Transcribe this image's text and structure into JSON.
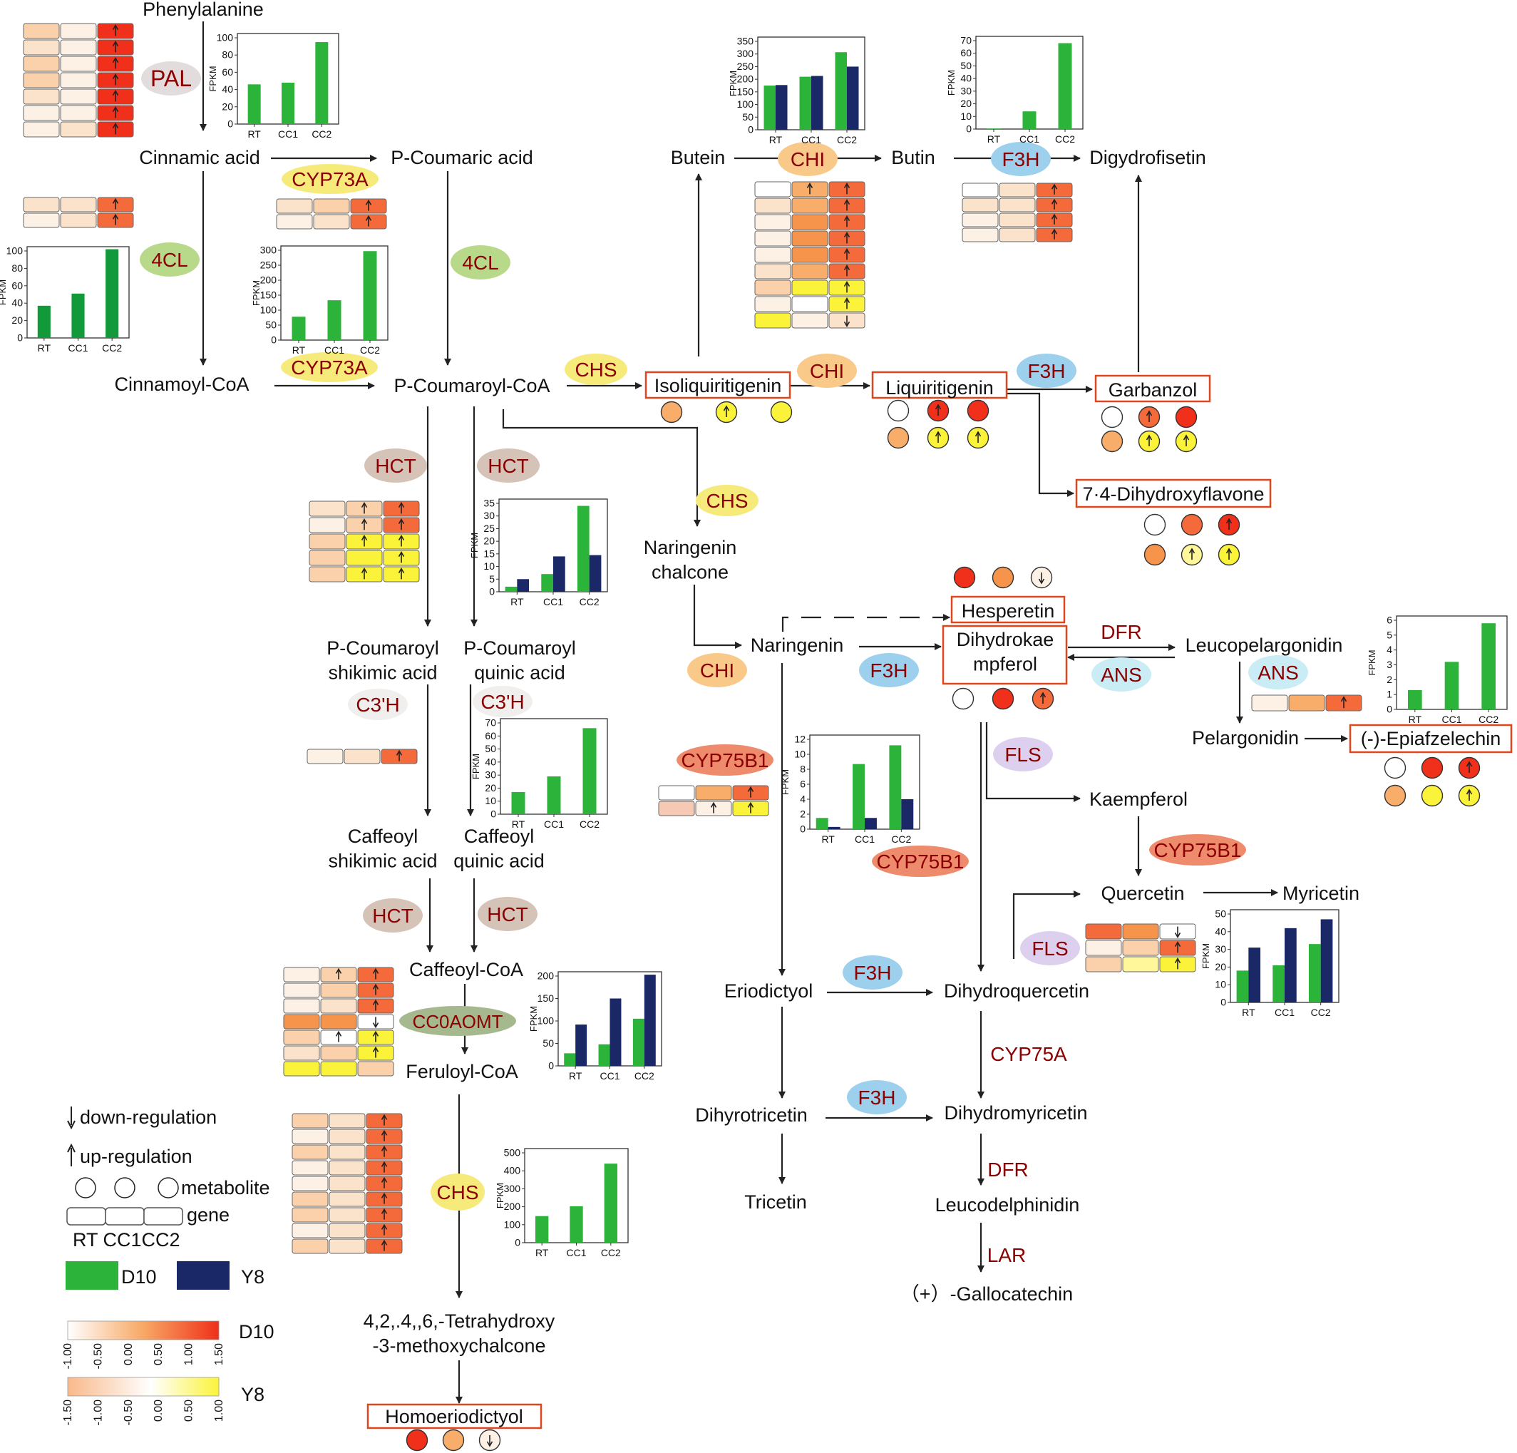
{
  "palette": {
    "arrow": "#222222",
    "box_border": "#e0461d",
    "enzyme_text": "#8b0000",
    "D10": "#2bb33a",
    "D10_dark": "#129a3a",
    "Y8": "#1a2868",
    "ell_green": "#b9d98a",
    "ell_blue": "#9dd0ec",
    "ell_lightblue": "#c9ecf5",
    "ell_orange": "#f9c98a",
    "ell_yellow": "#f6ea7a",
    "ell_gray": "#e2dcdc",
    "ell_brown": "#d6c3b8",
    "ell_salmon": "#ee8b6d",
    "ell_purple": "#ddd0ee",
    "ell_olive": "#a6b98e",
    "heat": {
      "w": "#ffffff",
      "p": "#fdf1e6",
      "l": "#fbe2cb",
      "m": "#fad1ab",
      "o": "#f9ad6a",
      "O": "#f6944c",
      "r": "#f56a3b",
      "R": "#f0301a",
      "y": "#fbf33a",
      "Y": "#fff79a",
      "s": "#f6c9b4"
    }
  },
  "compounds": [
    {
      "id": "phenylalanine",
      "label": "Phenylalanine"
    },
    {
      "id": "cinnamic",
      "label": "Cinnamic acid"
    },
    {
      "id": "pcoumaric",
      "label": "P-Coumaric acid"
    },
    {
      "id": "cinnamoyl",
      "label": "Cinnamoyl-CoA"
    },
    {
      "id": "pcoumaroylcoa",
      "label": "P-Coumaroyl-CoA"
    },
    {
      "id": "butein",
      "label": "Butein"
    },
    {
      "id": "butin",
      "label": "Butin"
    },
    {
      "id": "digydrofisetin",
      "label": "Digydrofisetin"
    },
    {
      "id": "naringeninchalcone",
      "label": "Naringenin\nchalcone"
    },
    {
      "id": "naringenin",
      "label": "Naringenin"
    },
    {
      "id": "pcshik",
      "label": "P-Coumaroyl\nshikimic acid"
    },
    {
      "id": "pcquin",
      "label": "P-Coumaroyl\nquinic acid"
    },
    {
      "id": "leucopel",
      "label": "Leucopelargonidin"
    },
    {
      "id": "pelargonidin",
      "label": "Pelargonidin"
    },
    {
      "id": "kaempferol",
      "label": "Kaempferol"
    },
    {
      "id": "quercetin",
      "label": "Quercetin"
    },
    {
      "id": "myricetin",
      "label": "Myricetin"
    },
    {
      "id": "cafshik",
      "label": "Caffeoyl\nshikimic acid"
    },
    {
      "id": "cafquin",
      "label": "Caffeoyl\nquinic acid"
    },
    {
      "id": "caffeoylcoa",
      "label": "Caffeoyl-CoA"
    },
    {
      "id": "feruloylcoa",
      "label": "Feruloyl-CoA"
    },
    {
      "id": "eriodictyol",
      "label": "Eriodictyol"
    },
    {
      "id": "dihydroquercetin",
      "label": "Dihydroquercetin"
    },
    {
      "id": "dihyrotricetin",
      "label": "Dihyrotricetin"
    },
    {
      "id": "dihydromyricetin",
      "label": "Dihydromyricetin"
    },
    {
      "id": "tricetin",
      "label": "Tricetin"
    },
    {
      "id": "leucodelphinidin",
      "label": "Leucodelphinidin"
    },
    {
      "id": "gallocatechin",
      "label": "（+）-Gallocatechin"
    },
    {
      "id": "tetrahydroxy",
      "label": "4,2,.4,,6,-Tetrahydroxy\n-3-methoxychalcone"
    }
  ],
  "boxed_compounds": [
    {
      "id": "isoliquiritigenin",
      "label": "Isoliquiritigenin"
    },
    {
      "id": "liquiritigenin",
      "label": "Liquiritigenin"
    },
    {
      "id": "garbanzol",
      "label": "Garbanzol"
    },
    {
      "id": "dihydroxyflavone",
      "label": "7·4-Dihydroxyflavone"
    },
    {
      "id": "hesperetin",
      "label": "Hesperetin"
    },
    {
      "id": "dihydrokaempferol",
      "label": "Dihydrokae\nmpferol"
    },
    {
      "id": "epiafzelechin",
      "label": "(-)-Epiafzelechin"
    },
    {
      "id": "homoeriodictyol",
      "label": "Homoeriodictyol"
    }
  ],
  "enzymes": [
    {
      "id": "pal",
      "label": "PAL"
    },
    {
      "id": "cyp73a-1",
      "label": "CYP73A"
    },
    {
      "id": "4cl-1",
      "label": "4CL"
    },
    {
      "id": "4cl-2",
      "label": "4CL"
    },
    {
      "id": "cyp73a-2",
      "label": "CYP73A"
    },
    {
      "id": "chs-1",
      "label": "CHS"
    },
    {
      "id": "chi-1",
      "label": "CHI"
    },
    {
      "id": "f3h-1",
      "label": "F3H"
    },
    {
      "id": "chi-2",
      "label": "CHI"
    },
    {
      "id": "f3h-2",
      "label": "F3H"
    },
    {
      "id": "hct-1",
      "label": "HCT"
    },
    {
      "id": "hct-2",
      "label": "HCT"
    },
    {
      "id": "chs-2",
      "label": "CHS"
    },
    {
      "id": "chi-3",
      "label": "CHI"
    },
    {
      "id": "f3h-3",
      "label": "F3H"
    },
    {
      "id": "dfr-1",
      "label": "DFR"
    },
    {
      "id": "ans-1",
      "label": "ANS"
    },
    {
      "id": "ans-2",
      "label": "ANS"
    },
    {
      "id": "c3h-1",
      "label": "C3'H"
    },
    {
      "id": "c3h-2",
      "label": "C3'H"
    },
    {
      "id": "cyp75b1-1",
      "label": "CYP75B1"
    },
    {
      "id": "fls-1",
      "label": "FLS"
    },
    {
      "id": "cyp75b1-2",
      "label": "CYP75B1"
    },
    {
      "id": "cyp75b1-3",
      "label": "CYP75B1"
    },
    {
      "id": "hct-3",
      "label": "HCT"
    },
    {
      "id": "hct-4",
      "label": "HCT"
    },
    {
      "id": "fls-2",
      "label": "FLS"
    },
    {
      "id": "f3h-4",
      "label": "F3H"
    },
    {
      "id": "ccoaomt",
      "label": "CC0AOMT"
    },
    {
      "id": "cyp75a",
      "label": "CYP75A"
    },
    {
      "id": "f3h-5",
      "label": "F3H"
    },
    {
      "id": "dfr-2",
      "label": "DFR"
    },
    {
      "id": "chs-3",
      "label": "CHS"
    },
    {
      "id": "lar",
      "label": "LAR"
    }
  ],
  "heatmaps": [
    {
      "id": "pal",
      "rows": [
        "mpR",
        "lpR",
        "mpR",
        "mpR",
        "lpR",
        "ppR",
        "plR"
      ],
      "arrows": [
        "..u",
        "..u",
        "..u",
        "..u",
        "..u",
        "..u",
        "..u"
      ]
    },
    {
      "id": "cin",
      "rows": [
        "llr",
        "plr"
      ],
      "arrows": [
        "..u",
        "..u"
      ]
    },
    {
      "id": "cyp73a",
      "rows": [
        "lmr",
        "plr"
      ],
      "arrows": [
        "..u",
        "..u"
      ]
    },
    {
      "id": "chi",
      "rows": [
        "wor",
        "lor",
        "pOr",
        "pOr",
        "pOr",
        "lor",
        "myy",
        "pwy",
        "ypl"
      ],
      "arrows": [
        ".uu",
        "..u",
        "..u",
        "..u",
        "..u",
        "..u",
        "..u",
        "..u",
        "..d"
      ]
    },
    {
      "id": "f3h",
      "rows": [
        "wlr",
        "llr",
        "plr",
        "plr"
      ],
      "arrows": [
        "..u",
        "..u",
        "..u",
        "..u"
      ]
    },
    {
      "id": "hct",
      "rows": [
        "lmr",
        "pmr",
        "myy",
        "myy",
        "myy"
      ],
      "arrows": [
        ".uu",
        ".uu",
        ".uu",
        "..u",
        ".uu"
      ]
    },
    {
      "id": "c3h",
      "rows": [
        "plr"
      ],
      "arrows": [
        "..u"
      ]
    },
    {
      "id": "cyp75b1",
      "rows": [
        "wor",
        "spy"
      ],
      "arrows": [
        "..u",
        ".uu"
      ]
    },
    {
      "id": "ans",
      "rows": [
        "por"
      ],
      "arrows": [
        "..u"
      ]
    },
    {
      "id": "fls",
      "rows": [
        "rOw",
        "pmr",
        "mYy"
      ],
      "arrows": [
        "..d",
        "..u",
        "..u"
      ]
    },
    {
      "id": "ccoaomt",
      "rows": [
        "pmr",
        "pmr",
        "plr",
        "OOw",
        "mwy",
        "lmy",
        "yym"
      ],
      "arrows": [
        ".uu",
        "..u",
        "..u",
        "..d",
        ".uu",
        "..u",
        "..."
      ]
    },
    {
      "id": "chs",
      "rows": [
        "mlr",
        "plr",
        "mlr",
        "plr",
        "plr",
        "mlr",
        "mlr",
        "plr",
        "mlr"
      ],
      "arrows": [
        "..u",
        "..u",
        "..u",
        "..u",
        "..u",
        "..u",
        "..u",
        "..u",
        "..u"
      ]
    }
  ],
  "metabolites": [
    {
      "id": "isoliquiritigenin",
      "rows": [
        "o",
        "y",
        "y"
      ],
      "arrows": ".u."
    },
    {
      "id": "liquiritigenin",
      "rows": [
        [
          "w",
          "R",
          "R"
        ],
        [
          "o",
          "y",
          "y"
        ]
      ],
      "arrows": [
        ".u.",
        ".uu"
      ]
    },
    {
      "id": "garbanzol",
      "rows": [
        [
          "w",
          "r",
          "R"
        ],
        [
          "o",
          "y",
          "y"
        ]
      ],
      "arrows": [
        ".u.",
        ".uu"
      ]
    },
    {
      "id": "dihydroxyflavone",
      "rows": [
        [
          "w",
          "r",
          "R"
        ],
        [
          "O",
          "Y",
          "y"
        ]
      ],
      "arrows": [
        "..u",
        ".uu"
      ]
    },
    {
      "id": "hesperetin",
      "rows": [
        [
          "R",
          "O",
          "p"
        ]
      ],
      "arrows": [
        "..d"
      ]
    },
    {
      "id": "dihydrokaempferol",
      "rows": [
        [
          "w",
          "R",
          "r"
        ]
      ],
      "arrows": [
        "..u"
      ]
    },
    {
      "id": "epiafzelechin",
      "rows": [
        [
          "w",
          "R",
          "R"
        ],
        [
          "o",
          "y",
          "y"
        ]
      ],
      "arrows": [
        "..u",
        "..u"
      ]
    },
    {
      "id": "homoeriodictyol",
      "rows": [
        [
          "R",
          "o",
          "p"
        ]
      ],
      "arrows": [
        "..d"
      ]
    }
  ],
  "chart_data": [
    {
      "id": "pal",
      "type": "bar",
      "ylabel": "FPKM",
      "categories": [
        "RT",
        "CC1",
        "CC2"
      ],
      "ylim": [
        0,
        100
      ],
      "yticks": [
        0,
        20,
        40,
        60,
        80,
        100
      ],
      "series": [
        {
          "name": "D10",
          "values": [
            46,
            48,
            95
          ]
        }
      ]
    },
    {
      "id": "4cl-a",
      "type": "bar",
      "ylabel": "FPKM",
      "categories": [
        "RT",
        "CC1",
        "CC2"
      ],
      "ylim": [
        0,
        100
      ],
      "yticks": [
        0,
        20,
        40,
        60,
        80,
        100
      ],
      "series": [
        {
          "name": "D10",
          "values": [
            37,
            51,
            102
          ]
        }
      ]
    },
    {
      "id": "4cl-b",
      "type": "bar",
      "ylabel": "FPKM",
      "categories": [
        "RT",
        "CC1",
        "CC2"
      ],
      "ylim": [
        0,
        300
      ],
      "yticks": [
        0,
        50,
        100,
        150,
        200,
        250,
        300
      ],
      "series": [
        {
          "name": "D10",
          "values": [
            78,
            133,
            297
          ]
        }
      ]
    },
    {
      "id": "chi",
      "type": "bar",
      "ylabel": "FPKM",
      "categories": [
        "RT",
        "CC1",
        "CC2"
      ],
      "ylim": [
        0,
        350
      ],
      "yticks": [
        0,
        50,
        100,
        150,
        200,
        250,
        300,
        350
      ],
      "series": [
        {
          "name": "D10",
          "values": [
            175,
            210,
            307
          ]
        },
        {
          "name": "Y8",
          "values": [
            177,
            213,
            250
          ]
        }
      ]
    },
    {
      "id": "f3h",
      "type": "bar",
      "ylabel": "FPKM",
      "categories": [
        "RT",
        "CC1",
        "CC2"
      ],
      "ylim": [
        0,
        70
      ],
      "yticks": [
        0,
        10,
        20,
        30,
        40,
        50,
        60,
        70
      ],
      "series": [
        {
          "name": "D10",
          "values": [
            0.4,
            14,
            68
          ]
        }
      ]
    },
    {
      "id": "hct",
      "type": "bar",
      "ylabel": "FPKM",
      "categories": [
        "RT",
        "CC1",
        "CC2"
      ],
      "ylim": [
        0,
        35
      ],
      "yticks": [
        0,
        5,
        10,
        15,
        20,
        25,
        30,
        35
      ],
      "series": [
        {
          "name": "D10",
          "values": [
            2,
            7,
            34
          ]
        },
        {
          "name": "Y8",
          "values": [
            5,
            14,
            14.5
          ]
        }
      ]
    },
    {
      "id": "c3h",
      "type": "bar",
      "ylabel": "FPKM",
      "categories": [
        "RT",
        "CC1",
        "CC2"
      ],
      "ylim": [
        0,
        70
      ],
      "yticks": [
        0,
        10,
        20,
        30,
        40,
        50,
        60,
        70
      ],
      "series": [
        {
          "name": "D10",
          "values": [
            17,
            29,
            66
          ]
        }
      ]
    },
    {
      "id": "cyp75b1",
      "type": "bar",
      "ylabel": "FPKM",
      "categories": [
        "RT",
        "CC1",
        "CC2"
      ],
      "ylim": [
        0,
        12
      ],
      "yticks": [
        0,
        2,
        4,
        6,
        8,
        10,
        12
      ],
      "series": [
        {
          "name": "D10",
          "values": [
            1.5,
            8.7,
            11.2
          ]
        },
        {
          "name": "Y8",
          "values": [
            0.3,
            1.5,
            4
          ]
        }
      ]
    },
    {
      "id": "ans",
      "type": "bar",
      "ylabel": "FPKM",
      "categories": [
        "RT",
        "CC1",
        "CC2"
      ],
      "ylim": [
        0,
        6
      ],
      "yticks": [
        0,
        1,
        2,
        3,
        4,
        5,
        6
      ],
      "series": [
        {
          "name": "D10",
          "values": [
            1.3,
            3.2,
            5.8
          ]
        }
      ]
    },
    {
      "id": "fls",
      "type": "bar",
      "ylabel": "FPKM",
      "categories": [
        "RT",
        "CC1",
        "CC2"
      ],
      "ylim": [
        0,
        50
      ],
      "yticks": [
        0,
        10,
        20,
        30,
        40,
        50
      ],
      "series": [
        {
          "name": "D10",
          "values": [
            18,
            21,
            33
          ]
        },
        {
          "name": "Y8",
          "values": [
            31,
            42,
            47
          ]
        }
      ]
    },
    {
      "id": "ccoaomt",
      "type": "bar",
      "ylabel": "FPKM",
      "categories": [
        "RT",
        "CC1",
        "CC2"
      ],
      "ylim": [
        0,
        200
      ],
      "yticks": [
        0,
        50,
        100,
        150,
        200
      ],
      "series": [
        {
          "name": "D10",
          "values": [
            28,
            48,
            105
          ]
        },
        {
          "name": "Y8",
          "values": [
            92,
            150,
            203
          ]
        }
      ]
    },
    {
      "id": "chs",
      "type": "bar",
      "ylabel": "FPKM",
      "categories": [
        "RT",
        "CC1",
        "CC2"
      ],
      "ylim": [
        0,
        500
      ],
      "yticks": [
        0,
        100,
        200,
        300,
        400,
        500
      ],
      "series": [
        {
          "name": "D10",
          "values": [
            148,
            203,
            440
          ]
        }
      ]
    }
  ],
  "legend": {
    "down": "down-regulation",
    "up": "up-regulation",
    "metabolite": "metabolite",
    "gene": "gene",
    "samples": "RT CC1CC2",
    "d10": "D10",
    "y8": "Y8",
    "scale_d10_ticks": [
      "-1.00",
      "-0.50",
      "0.00",
      "0.50",
      "1.00",
      "1.50"
    ],
    "scale_y8_ticks": [
      "-1.50",
      "-1.00",
      "-0.50",
      "0.00",
      "0.50",
      "1.00"
    ],
    "scale_d10_colors": [
      "#ffffff",
      "#f8a865",
      "#f0301a"
    ],
    "scale_y8_colors": [
      "#f9b98a",
      "#ffffff",
      "#fbf33a"
    ]
  }
}
